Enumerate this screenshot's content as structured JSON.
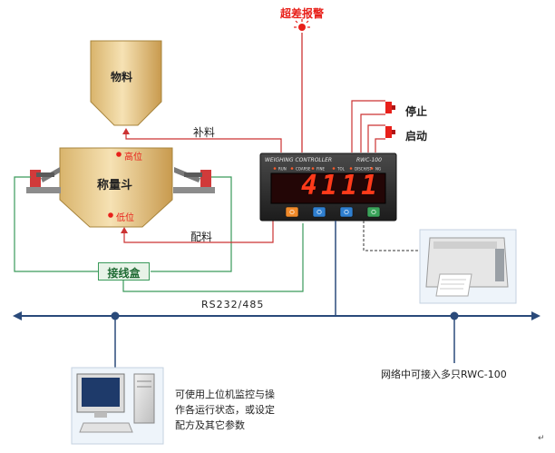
{
  "alarm": {
    "label": "超差报警",
    "color": "#e8201a"
  },
  "silo": {
    "label": "物料"
  },
  "hopper": {
    "label": "称量斗",
    "high_label": "高位",
    "low_label": "低位"
  },
  "flows": {
    "refill_label": "补料",
    "feed_label": "配料"
  },
  "controls": {
    "stop_label": "停止",
    "start_label": "启动"
  },
  "junction_box": {
    "label": "接线盒"
  },
  "controller": {
    "title": "WEIGHING CONTROLLER",
    "model": "RWC-100",
    "indicators": [
      "RUN",
      "COARSE",
      "FINE",
      "TOL",
      "DISCH/ST",
      "NG"
    ],
    "display_value": "4111",
    "button_icons": [
      "function-key-icon",
      "shift-key-icon",
      "up-key-icon",
      "enter-key-icon"
    ]
  },
  "bus": {
    "label": "RS232/485",
    "note": "网络中可接入多只RWC-100"
  },
  "computer": {
    "note_lines": [
      "可使用上位机监控与操",
      "作各运行状态，或设定",
      "配方及其它参数"
    ]
  },
  "colors": {
    "bus": "#2a4a7a",
    "wire_green": "#3a9a5a",
    "wire_red": "#cc3333",
    "hopper_fill": "#e7c98d",
    "led": "#ff3a1a"
  },
  "footer_mark": "↵"
}
